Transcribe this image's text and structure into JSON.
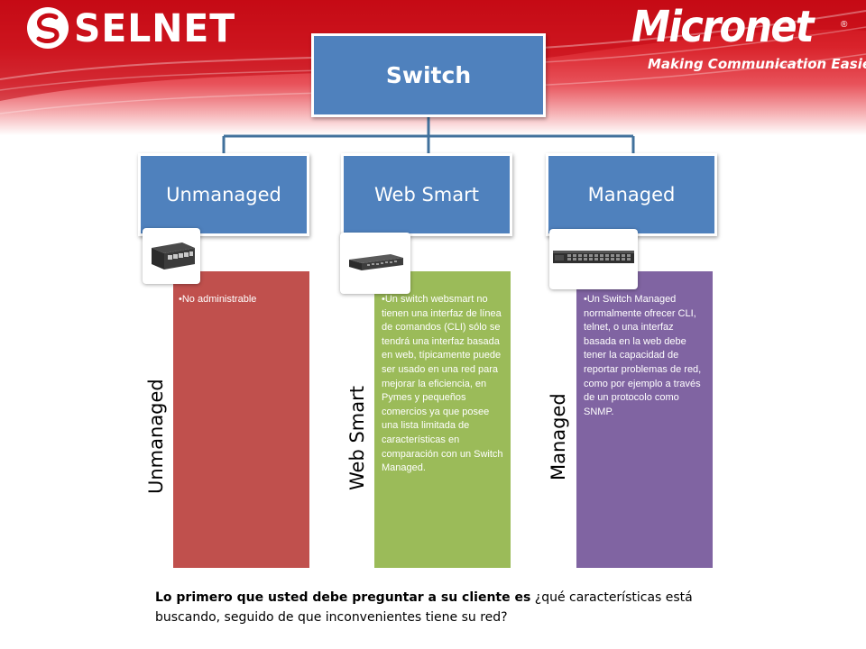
{
  "logos": {
    "left": {
      "text": "SELNET"
    },
    "right": {
      "text": "Micronet",
      "registered": "®",
      "tagline": "Making Communication Easier"
    }
  },
  "diagram": {
    "root": "Switch",
    "categories": [
      {
        "title": "Unmanaged",
        "side_label": "Unmanaged",
        "description": "No administrable",
        "color": "#c0504d",
        "image": "switch-5-port-icon"
      },
      {
        "title": "Web Smart",
        "side_label": "Web Smart",
        "description": "Un switch websmart no tienen una interfaz de línea de comandos (CLI) sólo se tendrá una interfaz basada en web, típicamente puede ser usado en una red para mejorar la eficiencia, en Pymes y pequeños comercios ya que posee una lista limitada de características en comparación con un Switch Managed.",
        "color": "#9bbb59",
        "image": "rack-switch-icon"
      },
      {
        "title": "Managed",
        "side_label": "Managed",
        "description": "Un Switch Managed normalmente ofrecer CLI, telnet, o una interfaz basada en la web debe tener la capacidad de reportar problemas de red, como por ejemplo a través de un protocolo como SNMP.",
        "color": "#8064a2",
        "image": "managed-switch-24-port-icon"
      }
    ],
    "header_color": "#4f81bd",
    "connector_color": "#41719c"
  },
  "caption": {
    "lead": "Lo primero que usted debe preguntar a su cliente es",
    "rest": " ¿qué características está buscando, seguido de que inconvenientes tiene su red?"
  }
}
